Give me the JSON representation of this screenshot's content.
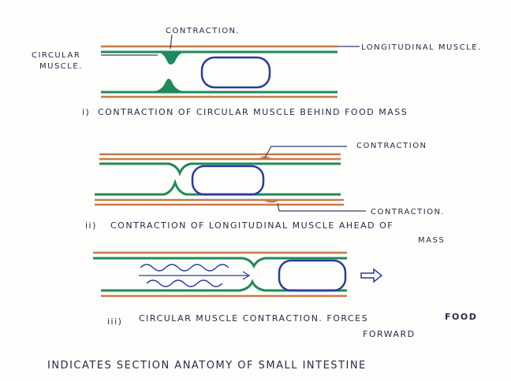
{
  "colors": {
    "longitudinal": "#c97a4a",
    "circular": "#1f8a5a",
    "food_mass": "#2c3a9c",
    "ink": "#2a2a4a",
    "pointer": "#33406b"
  },
  "diagram1": {
    "label_contraction": "CONTRACTION.",
    "label_circular_line1": "CIRCULAR",
    "label_circular_line2": "MUSCLE.",
    "label_longitudinal": "LONGITUDINAL MUSCLE.",
    "caption_prefix": "i)",
    "caption": "CONTRACTION   OF   CIRCULAR   MUSCLE   BEHIND   FOOD MASS"
  },
  "diagram2": {
    "label_contraction_top": "CONTRACTION",
    "label_contraction_bottom": "CONTRACTION.",
    "caption_prefix": "ii)",
    "caption_line1": "CONTRACTION   OF   LONGITUDINAL  MUSCLE  AHEAD OF",
    "caption_line2": "MASS"
  },
  "diagram3": {
    "caption_prefix": "iii)",
    "caption_line1a": "CIRCULAR    MUSCLE   CONTRACTION.  FORCES ",
    "caption_line1b": "FOOD",
    "caption_line2": "FORWARD"
  },
  "footer": {
    "text": "INDICATES     SECTION  ANATOMY  OF  SMALL INTESTINE"
  }
}
